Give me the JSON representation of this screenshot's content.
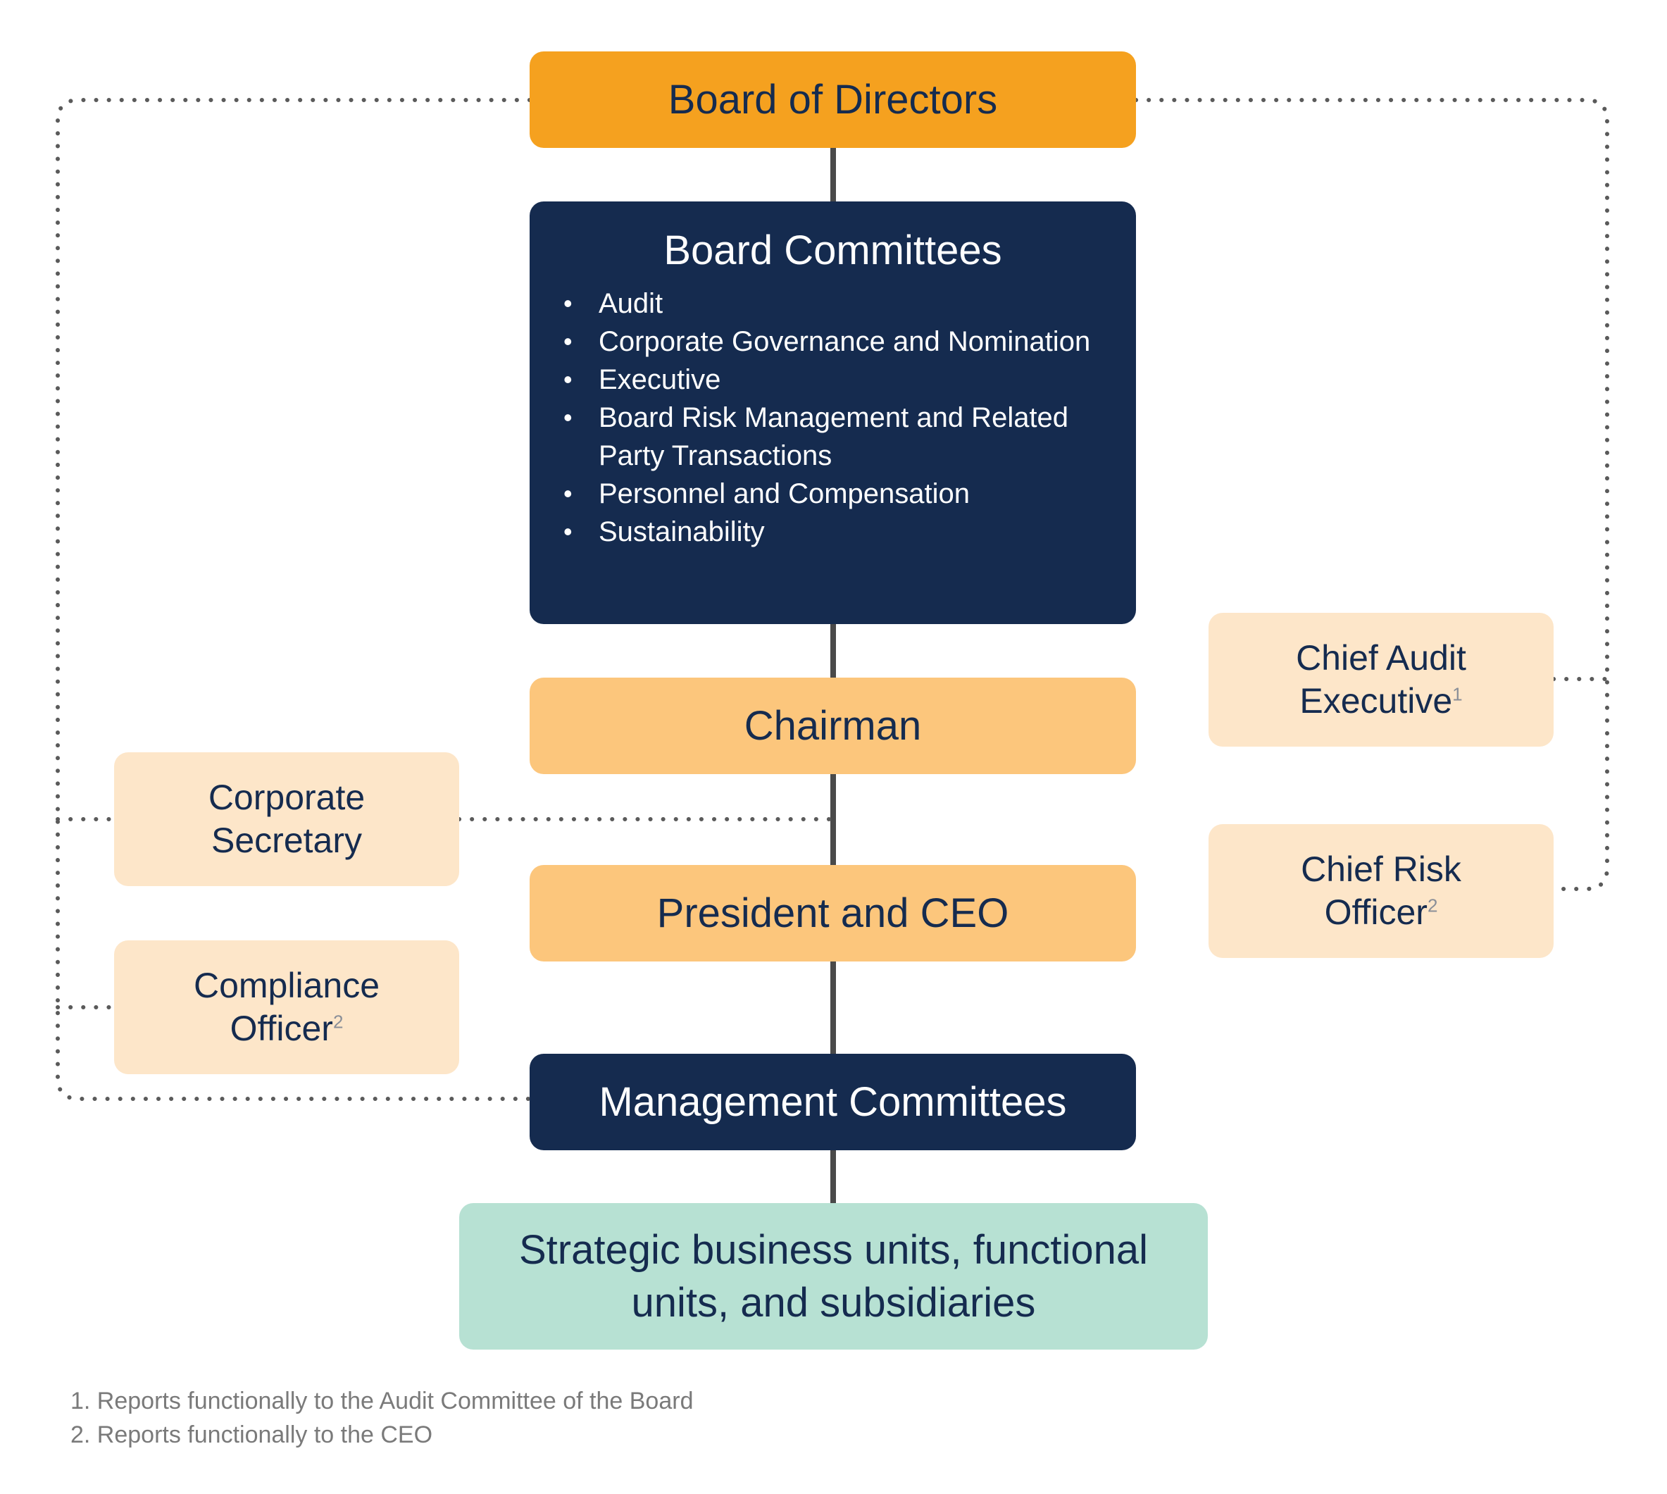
{
  "board": {
    "label": "Board of Directors"
  },
  "committees": {
    "title": "Board Committees",
    "items": [
      "Audit",
      "Corporate Governance and Nomination",
      "Executive",
      "Board Risk Management and Related Party Transactions",
      "Personnel and Compensation",
      "Sustainability"
    ]
  },
  "chairman": {
    "label": "Chairman"
  },
  "president": {
    "label": "President and CEO"
  },
  "management": {
    "label": "Management Committees"
  },
  "units": {
    "line1": "Strategic business units, functional",
    "line2": "units, and subsidiaries"
  },
  "corp_secretary": {
    "line1": "Corporate",
    "line2": "Secretary"
  },
  "compliance": {
    "line1": "Compliance",
    "line2": "Officer",
    "note": "2"
  },
  "chief_audit": {
    "line1": "Chief Audit",
    "line2": "Executive",
    "note": "1"
  },
  "chief_risk": {
    "line1": "Chief Risk",
    "line2": "Officer",
    "note": "2"
  },
  "footnotes": [
    "1. Reports functionally to the Audit Committee of the Board",
    "2. Reports functionally to the CEO"
  ],
  "colors": {
    "navy": "#152b4f",
    "orange": "#f5a11f",
    "peach": "#fcc67c",
    "cream": "#fde6c9",
    "mint": "#b7e1d3",
    "connector": "#4a4a4a",
    "dotted": "#5a5a5a"
  }
}
